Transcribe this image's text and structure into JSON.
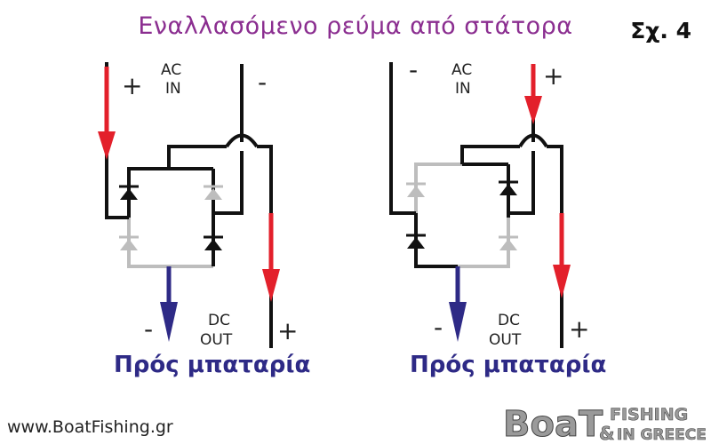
{
  "title": "Εναλλασόμενο ρεύμα από στάτορα",
  "figure_label": "Σχ. 4",
  "circuits": [
    {
      "ac_label_1": "AC",
      "ac_label_2": "IN",
      "dc_label_1": "DC",
      "dc_label_2": "OUT",
      "plus_in": "+",
      "minus_in": "-",
      "minus_out": "-",
      "plus_out": "+",
      "caption": "Πρός μπαταρία"
    },
    {
      "ac_label_1": "AC",
      "ac_label_2": "IN",
      "dc_label_1": "DC",
      "dc_label_2": "OUT",
      "minus_in": "-",
      "plus_in": "+",
      "minus_out": "-",
      "plus_out": "+",
      "caption": "Πρός μπαταρία"
    }
  ],
  "website": "www.BoatFishing.gr",
  "logo": {
    "word1": "BoaT",
    "word2": "FISHING",
    "word3": "&",
    "word4": "IN GREECE"
  },
  "colors": {
    "title": "#8b2e90",
    "caption": "#2e2a86",
    "arrow_red": "#e3202b",
    "arrow_blue": "#2e2a86",
    "wire_active": "#111111",
    "wire_inactive": "#bdbdbd"
  }
}
